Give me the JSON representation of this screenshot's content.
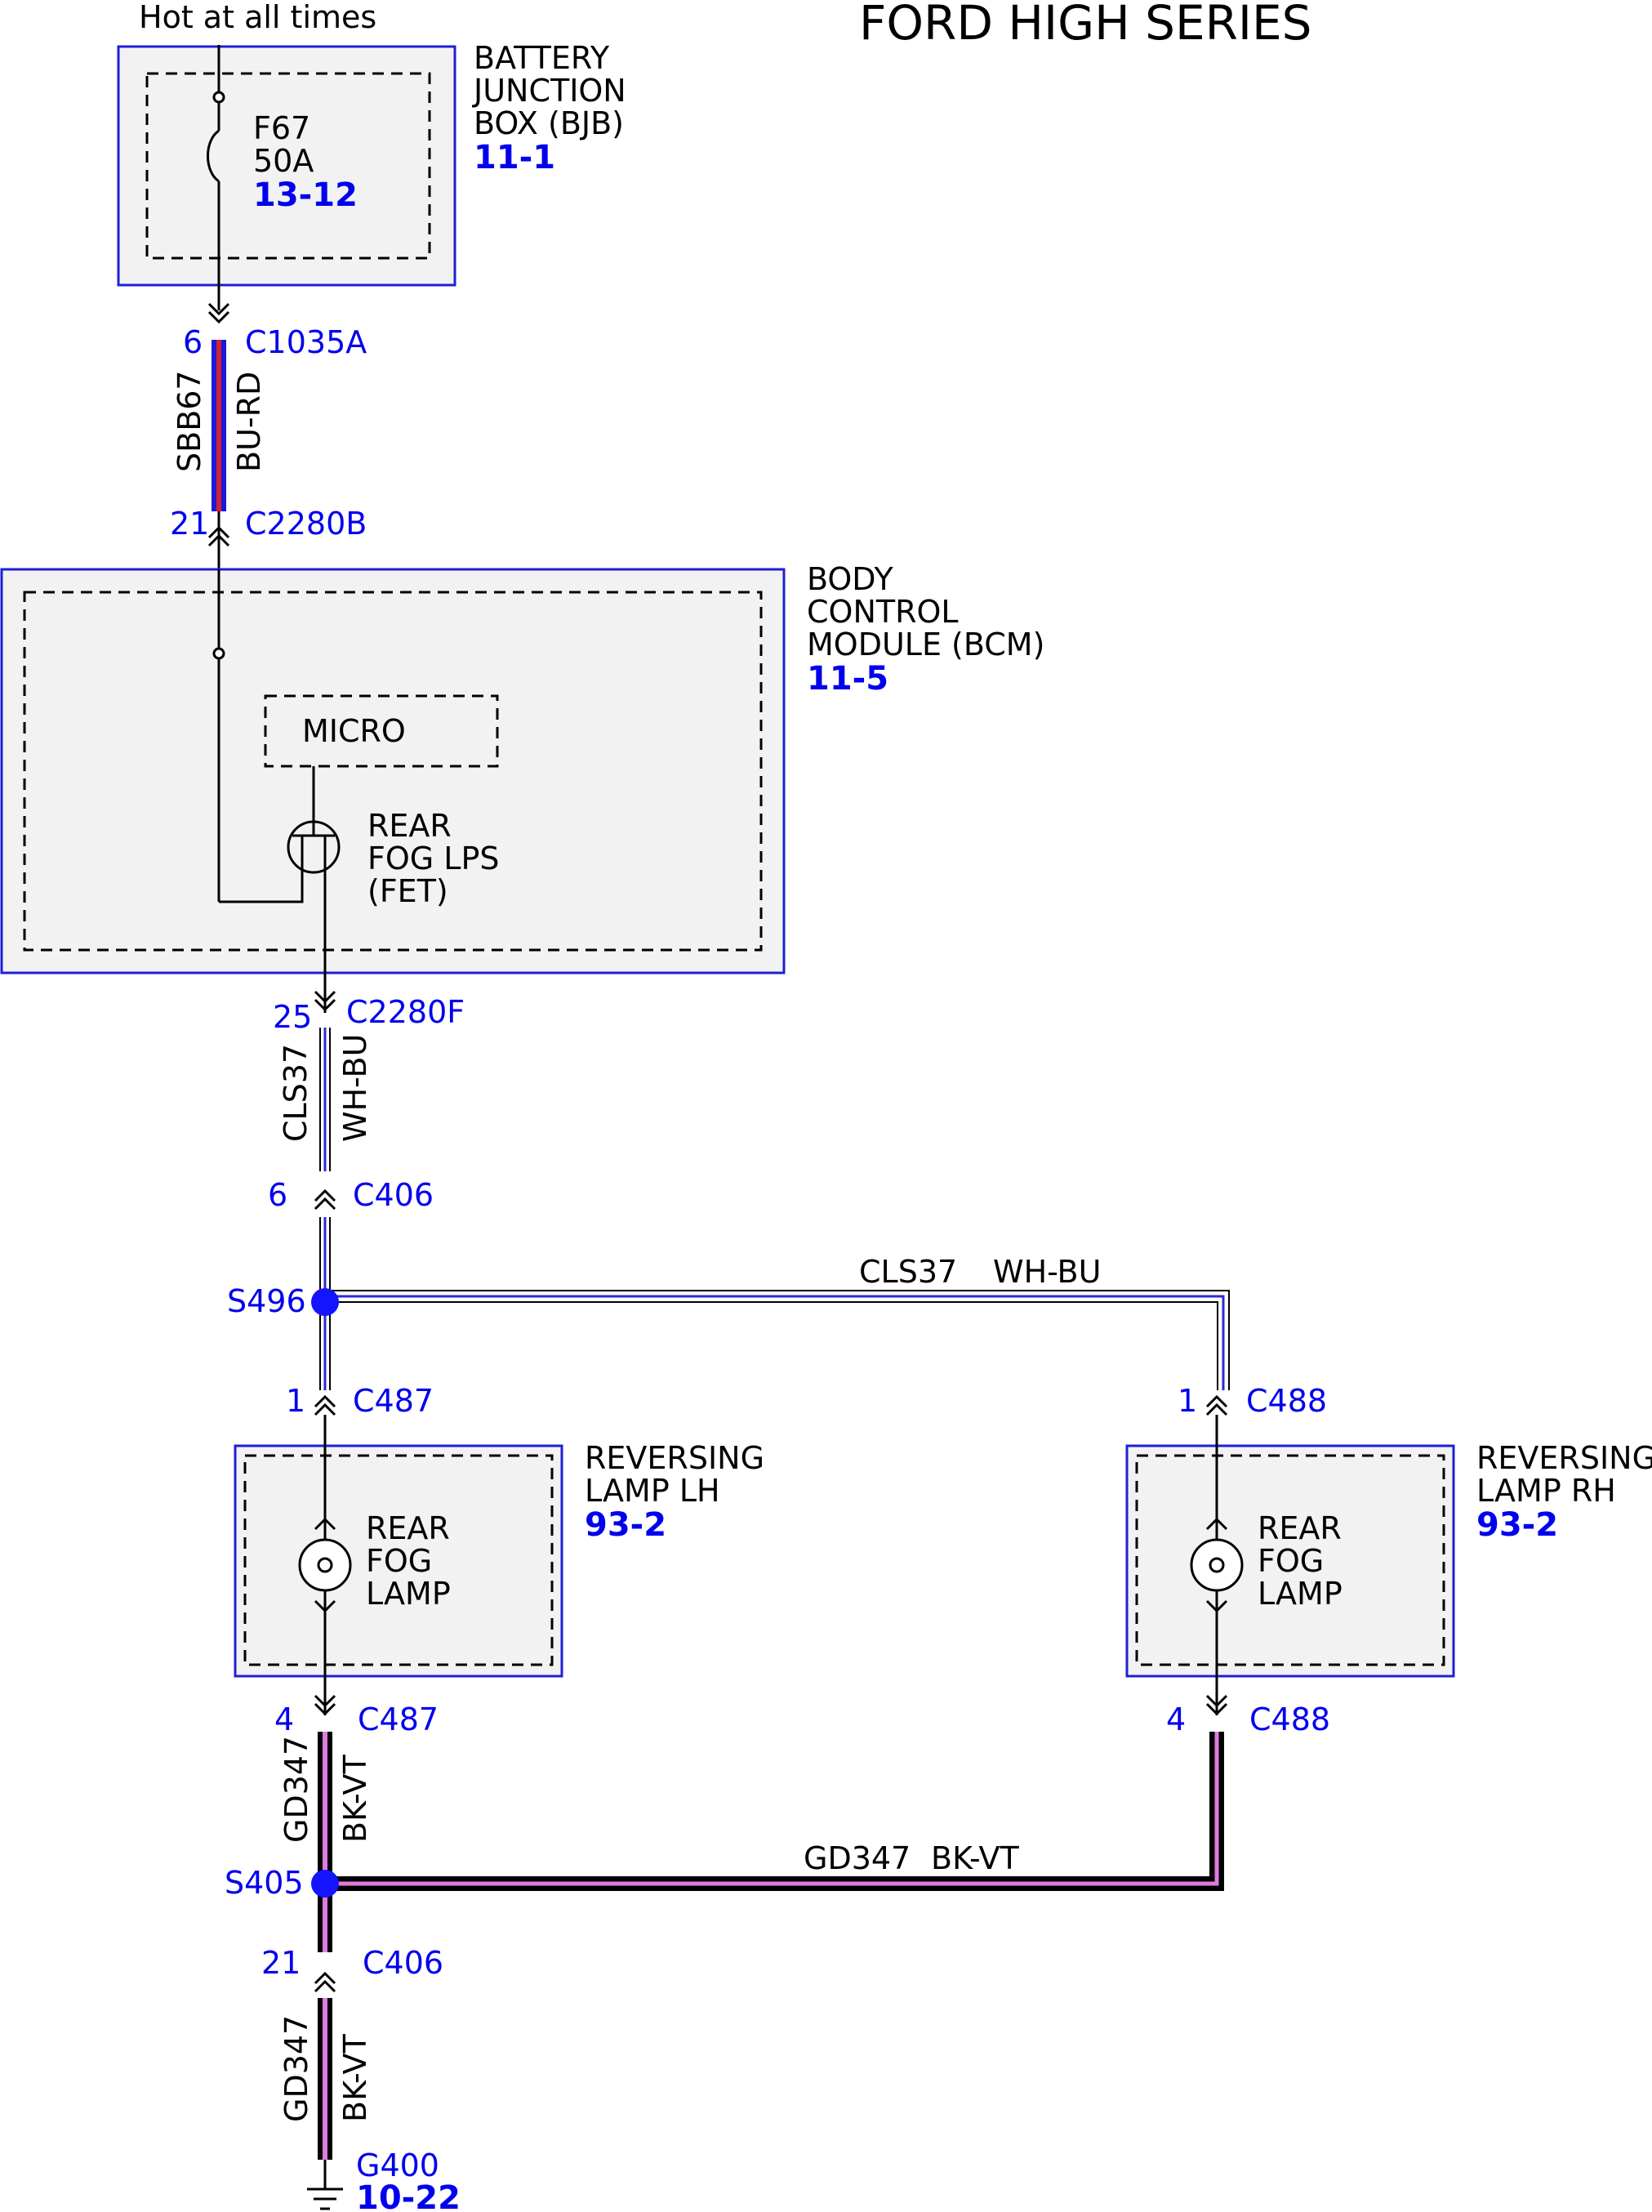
{
  "title": "FORD HIGH SERIES",
  "supply_note": "Hot at all times",
  "bjb": {
    "name_lines": [
      "BATTERY",
      "JUNCTION",
      "BOX (BJB)"
    ],
    "ref": "11-1",
    "fuse_id": "F67",
    "fuse_rating": "50A",
    "fuse_ref": "13-12"
  },
  "bcm": {
    "name_lines": [
      "BODY",
      "CONTROL",
      "MODULE (BCM)"
    ],
    "ref": "11-5",
    "micro_label": "MICRO",
    "output_lines": [
      "REAR",
      "FOG LPS",
      "(FET)"
    ]
  },
  "lamp_lh": {
    "name_lines": [
      "REVERSING",
      "LAMP LH"
    ],
    "ref": "93-2",
    "lamp_lines": [
      "REAR",
      "FOG",
      "LAMP"
    ]
  },
  "lamp_rh": {
    "name_lines": [
      "REVERSING",
      "LAMP RH"
    ],
    "ref": "93-2",
    "lamp_lines": [
      "REAR",
      "FOG",
      "LAMP"
    ]
  },
  "connectors": {
    "c1035a": {
      "pin": "6",
      "id": "C1035A"
    },
    "c2280b": {
      "pin": "21",
      "id": "C2280B"
    },
    "c2280f": {
      "pin": "25",
      "id": "C2280F"
    },
    "c406_upper": {
      "pin": "6",
      "id": "C406"
    },
    "c487_in": {
      "pin": "1",
      "id": "C487"
    },
    "c488_in": {
      "pin": "1",
      "id": "C488"
    },
    "c487_out": {
      "pin": "4",
      "id": "C487"
    },
    "c488_out": {
      "pin": "4",
      "id": "C488"
    },
    "c406_lower": {
      "pin": "21",
      "id": "C406"
    }
  },
  "splices": {
    "s496": "S496",
    "s405": "S405"
  },
  "ground": {
    "id": "G400",
    "ref": "10-22"
  },
  "wires": {
    "sbb67": {
      "circuit": "SBB67",
      "color": "BU-RD"
    },
    "cls37_a": {
      "circuit": "CLS37",
      "color": "WH-BU"
    },
    "cls37_b": {
      "circuit": "CLS37",
      "color": "WH-BU"
    },
    "gd347_a": {
      "circuit": "GD347",
      "color": "BK-VT"
    },
    "gd347_b": {
      "circuit": "GD347",
      "color": "BK-VT"
    },
    "gd347_c": {
      "circuit": "GD347",
      "color": "BK-VT"
    }
  },
  "colors": {
    "blue_label": "#0000ee",
    "box_border": "#1f1fd6",
    "box_fill": "#f2f2f2",
    "wire_bu_rd_base": "#1a1ad6",
    "wire_bu_rd_stripe": "#d0213a",
    "wire_wh_bu_stripe": "#2a2ad6",
    "wire_bk_vt_base": "#000000",
    "wire_bk_vt_stripe": "#e07be0",
    "splice": "#1414ff"
  }
}
